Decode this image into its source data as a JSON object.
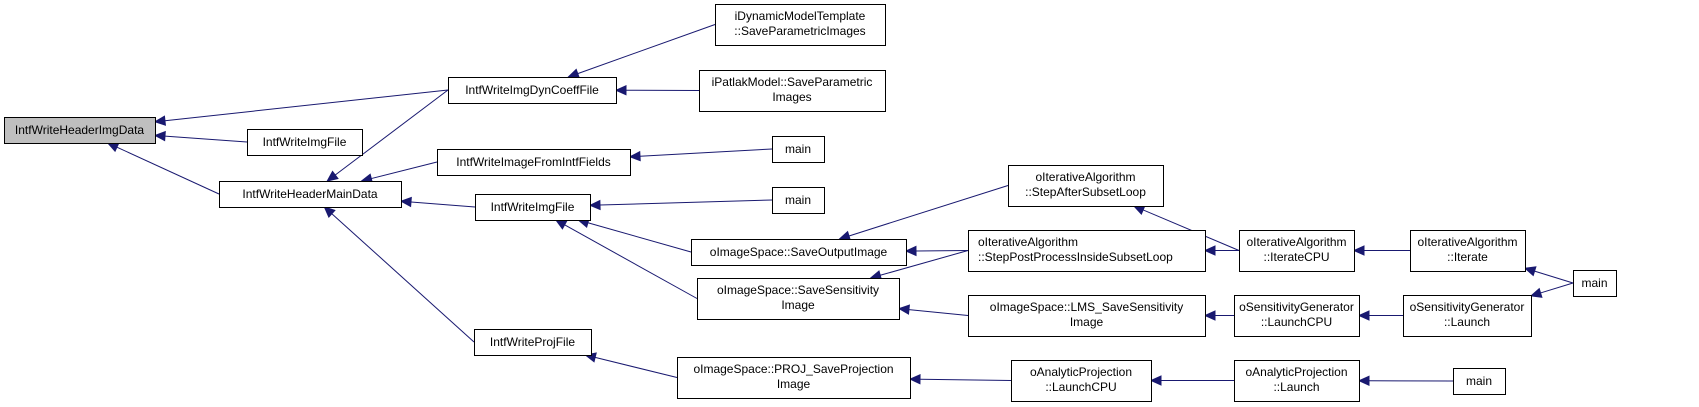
{
  "diagram": {
    "type": "caller-graph",
    "colors": {
      "edge": "#191970",
      "root_fill": "#bfbfbf",
      "node_fill": "#ffffff",
      "border": "#000000"
    },
    "nodes": [
      {
        "id": "n0",
        "lines": [
          "IntfWriteHeaderImgData"
        ],
        "root": true
      },
      {
        "id": "n1",
        "lines": [
          "IntfWriteImgDynCoeffFile"
        ]
      },
      {
        "id": "n2",
        "lines": [
          "IntfWriteImgFile"
        ]
      },
      {
        "id": "n3",
        "lines": [
          "IntfWriteHeaderMainData"
        ]
      },
      {
        "id": "n4",
        "lines": [
          "iDynamicModelTemplate",
          "::SaveParametricImages"
        ]
      },
      {
        "id": "n5",
        "lines": [
          "iPatlakModel::SaveParametric",
          "Images"
        ]
      },
      {
        "id": "n6",
        "lines": [
          "IntfWriteImageFromIntfFields"
        ]
      },
      {
        "id": "n7",
        "lines": [
          "IntfWriteImgFile"
        ]
      },
      {
        "id": "n8",
        "lines": [
          "IntfWriteProjFile"
        ]
      },
      {
        "id": "n9",
        "lines": [
          "main"
        ]
      },
      {
        "id": "n10",
        "lines": [
          "main"
        ]
      },
      {
        "id": "n11",
        "lines": [
          "oImageSpace::SaveOutputImage"
        ]
      },
      {
        "id": "n12",
        "lines": [
          "oImageSpace::SaveSensitivity",
          "Image"
        ]
      },
      {
        "id": "n13",
        "lines": [
          "oImageSpace::PROJ_SaveProjection",
          "Image"
        ]
      },
      {
        "id": "n14",
        "lines": [
          "oIterativeAlgorithm",
          "::StepAfterSubsetLoop"
        ]
      },
      {
        "id": "n15",
        "lines": [
          "oIterativeAlgorithm",
          "::StepPostProcessInsideSubsetLoop"
        ]
      },
      {
        "id": "n16",
        "lines": [
          "oImageSpace::LMS_SaveSensitivity",
          "Image"
        ]
      },
      {
        "id": "n17",
        "lines": [
          "oAnalyticProjection",
          "::LaunchCPU"
        ]
      },
      {
        "id": "n18",
        "lines": [
          "oIterativeAlgorithm",
          "::IterateCPU"
        ]
      },
      {
        "id": "n19",
        "lines": [
          "oSensitivityGenerator",
          "::LaunchCPU"
        ]
      },
      {
        "id": "n20",
        "lines": [
          "oAnalyticProjection",
          "::Launch"
        ]
      },
      {
        "id": "n21",
        "lines": [
          "oIterativeAlgorithm",
          "::Iterate"
        ]
      },
      {
        "id": "n22",
        "lines": [
          "oSensitivityGenerator",
          "::Launch"
        ]
      },
      {
        "id": "n23",
        "lines": [
          "main"
        ]
      },
      {
        "id": "n24",
        "lines": [
          "main"
        ]
      }
    ],
    "edges": [
      {
        "from": "n1",
        "to": "n0"
      },
      {
        "from": "n2",
        "to": "n0"
      },
      {
        "from": "n3",
        "to": "n0"
      },
      {
        "from": "n4",
        "to": "n1"
      },
      {
        "from": "n5",
        "to": "n1"
      },
      {
        "from": "n1",
        "to": "n3"
      },
      {
        "from": "n6",
        "to": "n3"
      },
      {
        "from": "n7",
        "to": "n3"
      },
      {
        "from": "n8",
        "to": "n3"
      },
      {
        "from": "n9",
        "to": "n6"
      },
      {
        "from": "n10",
        "to": "n7"
      },
      {
        "from": "n11",
        "to": "n7"
      },
      {
        "from": "n12",
        "to": "n7"
      },
      {
        "from": "n13",
        "to": "n8"
      },
      {
        "from": "n14",
        "to": "n11"
      },
      {
        "from": "n15",
        "to": "n11"
      },
      {
        "from": "n15",
        "to": "n12"
      },
      {
        "from": "n16",
        "to": "n12"
      },
      {
        "from": "n17",
        "to": "n13"
      },
      {
        "from": "n18",
        "to": "n14"
      },
      {
        "from": "n18",
        "to": "n15"
      },
      {
        "from": "n19",
        "to": "n16"
      },
      {
        "from": "n20",
        "to": "n17"
      },
      {
        "from": "n21",
        "to": "n18"
      },
      {
        "from": "n22",
        "to": "n19"
      },
      {
        "from": "n23",
        "to": "n20"
      },
      {
        "from": "n24",
        "to": "n21"
      },
      {
        "from": "n24",
        "to": "n22"
      }
    ]
  }
}
